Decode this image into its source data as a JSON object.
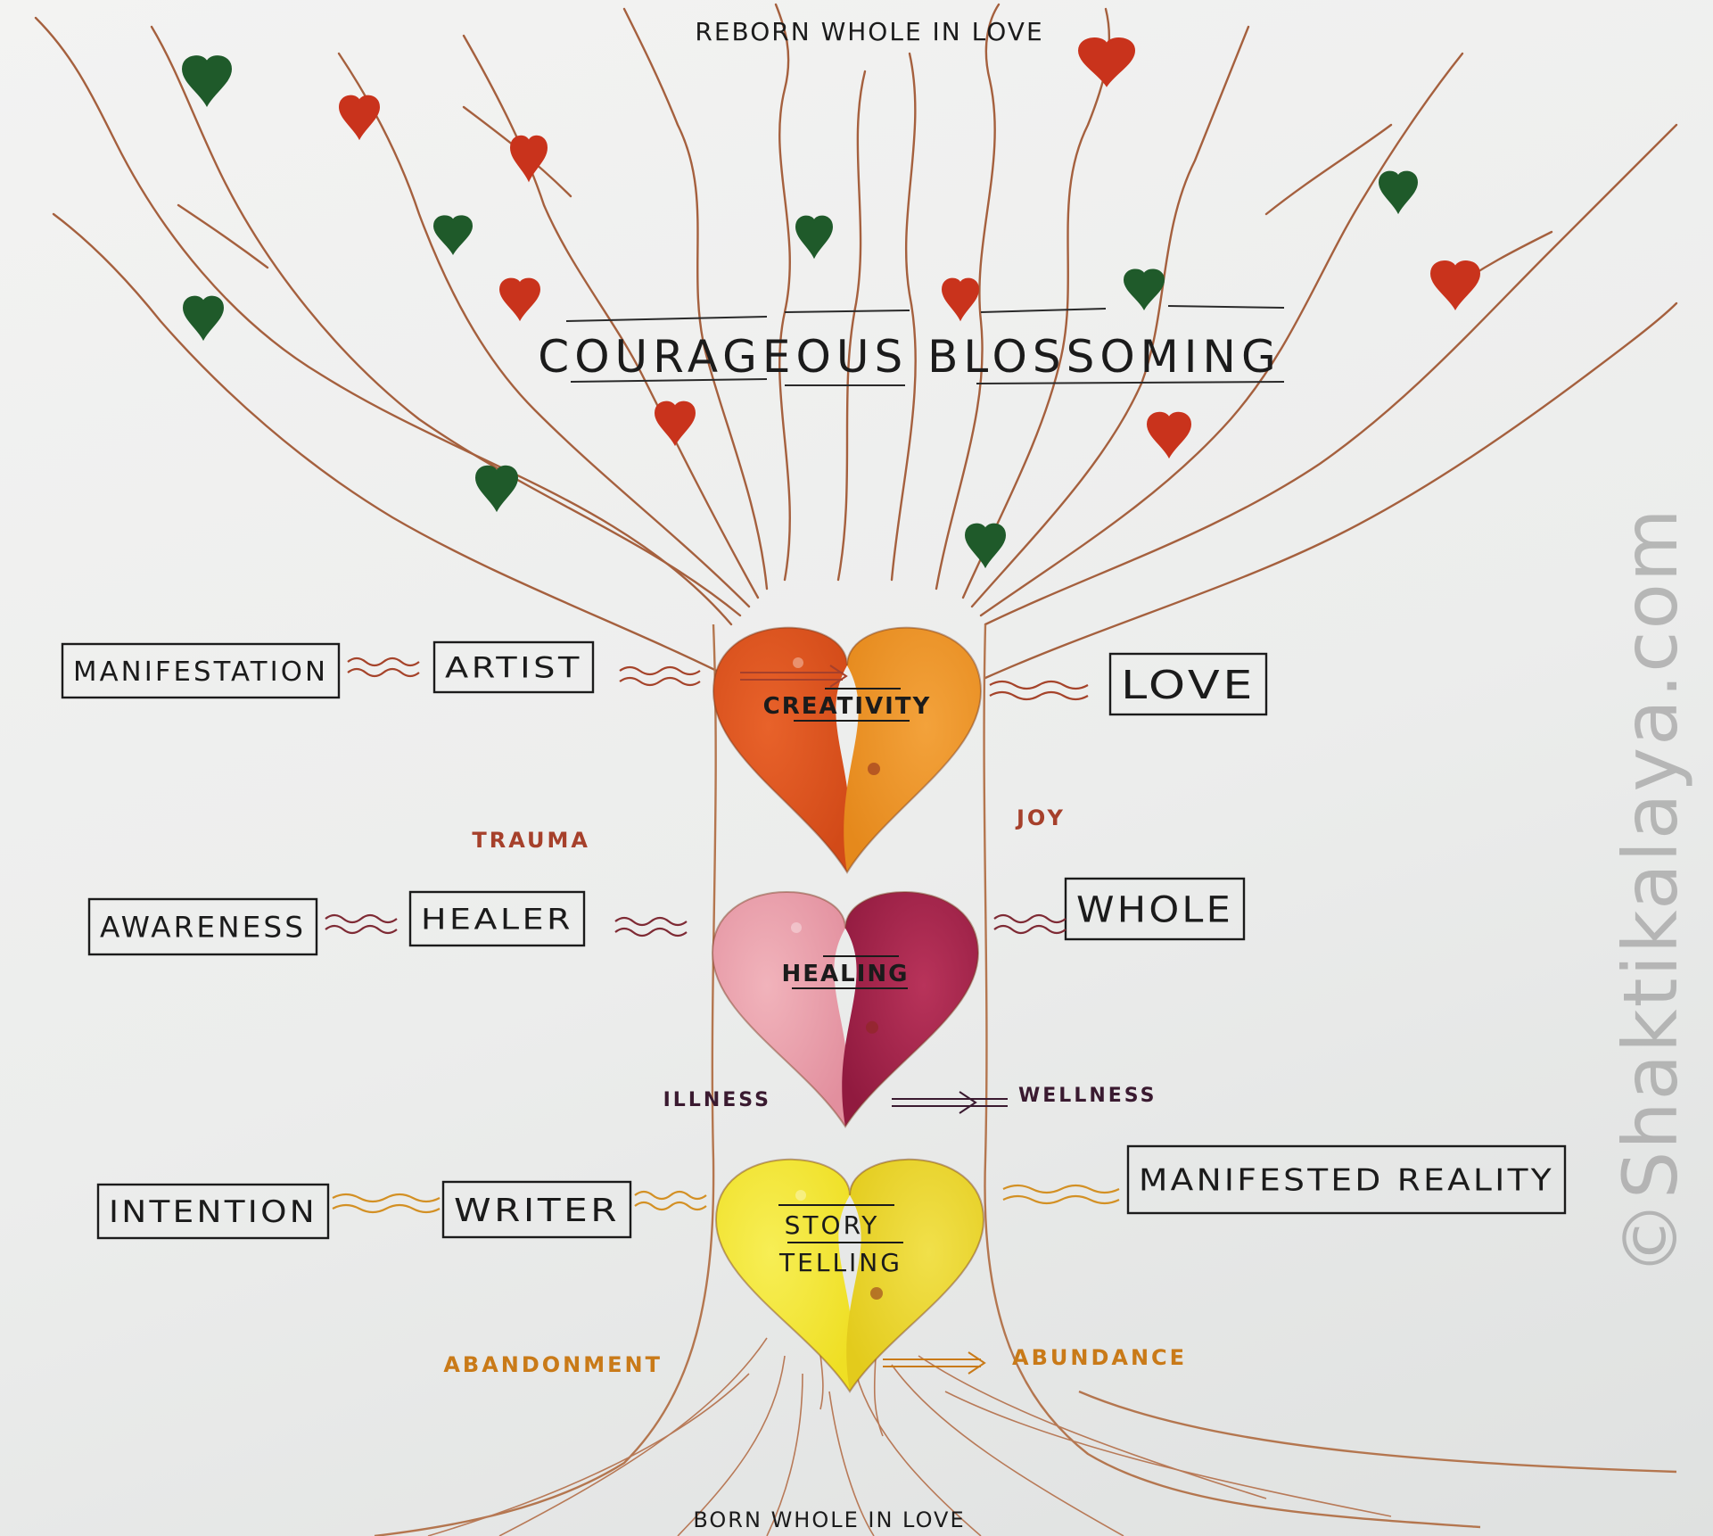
{
  "top_caption": "REBORN WHOLE IN LOVE",
  "bottom_caption": "BORN WHOLE IN LOVE",
  "canopy_title": "COURAGEOUS BLOSSOMING",
  "watermark": "©Shaktikalaya.com",
  "colors": {
    "branch": "#a5603e",
    "leaf_green": "#1f5a2a",
    "leaf_red": "#c9331c",
    "ink": "#1b1b1b"
  },
  "levels": [
    {
      "heart_label": "CREATIVITY",
      "left_outer": "MANIFESTATION",
      "left_inner": "ARTIST",
      "right": "LOVE",
      "from": "TRAUMA",
      "to": "JOY",
      "colors": {
        "left": "#e0561f",
        "right": "#eb8f22",
        "wave": "#a5432a",
        "label": "#a6402b"
      }
    },
    {
      "heart_label": "HEALING",
      "left_outer": "AWARENESS",
      "left_inner": "HEALER",
      "right": "WHOLE",
      "from": "ILLNESS",
      "to": "WELLNESS",
      "colors": {
        "left": "#e9a2ad",
        "right": "#a7234b",
        "wave": "#7e2a34",
        "label": "#3a1a30"
      }
    },
    {
      "heart_label_lines": [
        "STORY",
        "TELLING"
      ],
      "left_outer": "INTENTION",
      "left_inner": "WRITER",
      "right": "MANIFESTED REALITY",
      "from": "ABANDONMENT",
      "to": "ABUNDANCE",
      "colors": {
        "left": "#f3e52a",
        "right": "#ead624",
        "wave": "#d39024",
        "label": "#c97a18"
      }
    }
  ]
}
